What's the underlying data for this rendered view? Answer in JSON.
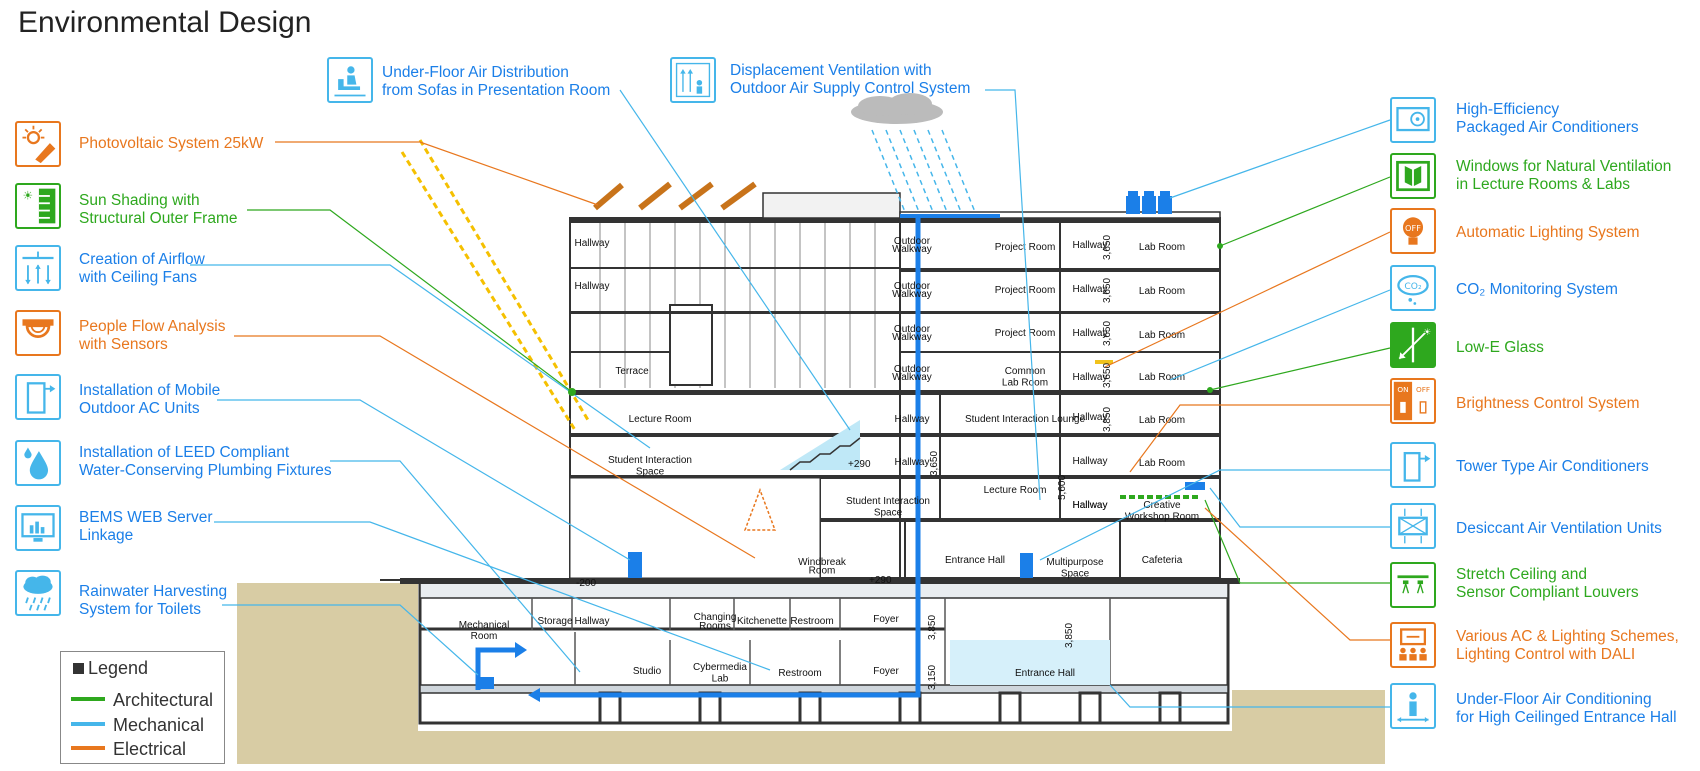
{
  "title": "Environmental Design",
  "colors": {
    "mechanical": "#1b7fe8",
    "architectural": "#2ea81e",
    "electrical": "#e8771e",
    "line_mech": "#45b6ea",
    "ground": "#d8cca4"
  },
  "callouts": {
    "underfloor_sofa": [
      "Under-Floor Air Distribution",
      "from Sofas in Presentation Room"
    ],
    "displacement": [
      "Displacement Ventilation with",
      "Outdoor Air Supply Control System"
    ],
    "photovoltaic": [
      "Photovoltaic System 25kW"
    ],
    "sun_shading": [
      "Sun Shading with",
      "Structural Outer Frame"
    ],
    "ceiling_fans": [
      "Creation of Airflow",
      "with Ceiling Fans"
    ],
    "people_flow": [
      "People Flow Analysis",
      "with Sensors"
    ],
    "mobile_ac": [
      "Installation of Mobile",
      "Outdoor AC Units"
    ],
    "leed": [
      "Installation of LEED Compliant",
      "Water-Conserving Plumbing Fixtures"
    ],
    "bems": [
      "BEMS WEB Server",
      "Linkage"
    ],
    "rainwater": [
      "Rainwater Harvesting",
      "System for Toilets"
    ],
    "high_eff_ac": [
      "High-Efficiency",
      "Packaged Air Conditioners"
    ],
    "windows": [
      "Windows for Natural Ventilation",
      "in Lecture Rooms & Labs"
    ],
    "auto_lighting": [
      "Automatic Lighting System"
    ],
    "co2": [
      "CO₂ Monitoring System"
    ],
    "lowe": [
      "Low-E Glass"
    ],
    "brightness": [
      "Brightness Control System"
    ],
    "tower_ac": [
      "Tower Type Air Conditioners"
    ],
    "desiccant": [
      "Desiccant Air Ventilation Units"
    ],
    "stretch": [
      "Stretch Ceiling and",
      "Sensor Compliant Louvers"
    ],
    "various_ac": [
      "Various AC & Lighting Schemes,",
      "Lighting Control with DALI"
    ],
    "underfloor_hall": [
      "Under-Floor Air Conditioning",
      "for High Ceilinged Entrance Hall"
    ]
  },
  "icons": {
    "photovoltaic": "sun-panel-icon",
    "sun_shading": "louver-shade-icon",
    "ceiling_fans": "ceiling-fan-icon",
    "people_flow": "sensor-icon",
    "mobile_ac": "mobile-ac-icon",
    "leed": "water-drop-icon",
    "bems": "monitor-chart-icon",
    "rainwater": "rain-cloud-icon",
    "underfloor_sofa": "sofa-airflow-icon",
    "displacement": "displacement-ventilation-icon",
    "high_eff_ac": "ac-unit-icon",
    "windows": "window-icon",
    "auto_lighting": "light-bulb-off-icon",
    "co2": "co2-cloud-icon",
    "lowe": "low-e-glass-icon",
    "brightness": "on-off-switch-icon",
    "tower_ac": "tower-ac-icon",
    "desiccant": "desiccant-unit-icon",
    "stretch": "stretch-ceiling-icon",
    "various_ac": "presentation-audience-icon",
    "underfloor_hall": "underfloor-person-icon"
  },
  "legend": {
    "title": "Legend",
    "items": [
      "Architectural",
      "Mechanical",
      "Electrical"
    ]
  },
  "rooms": {
    "hallway": "Hallway",
    "outdoor_walkway": [
      "Outdoor",
      "Walkway"
    ],
    "project_room": "Project Room",
    "lab_room": "Lab Room",
    "common_lab": [
      "Common",
      "Lab Room"
    ],
    "terrace": "Terrace",
    "lecture_room": "Lecture Room",
    "student_interaction_space": [
      "Student Interaction",
      "Space"
    ],
    "student_interaction_lounge": "Student Interaction Lounge",
    "creative_workshop": [
      "Creative",
      "Workshop Room"
    ],
    "windbreak": [
      "Windbreak",
      "Room"
    ],
    "entrance_hall": "Entrance Hall",
    "multipurpose": [
      "Multipurpose",
      "Space"
    ],
    "cafeteria": "Cafeteria",
    "mechanical_room": [
      "Mechanical",
      "Room"
    ],
    "storage": "Storage",
    "changing": [
      "Changing",
      "Rooms"
    ],
    "kitchenette": "Kitchenette",
    "restroom": "Restroom",
    "foyer": "Foyer",
    "studio": "Studio",
    "cybermedia": [
      "Cybermedia",
      "Lab"
    ]
  },
  "dims": [
    "3,650",
    "3,650",
    "3,650",
    "3,650",
    "3,850",
    "3,650",
    "5,600",
    "3,850",
    "3,150",
    "3,850",
    "-200",
    "+290"
  ]
}
